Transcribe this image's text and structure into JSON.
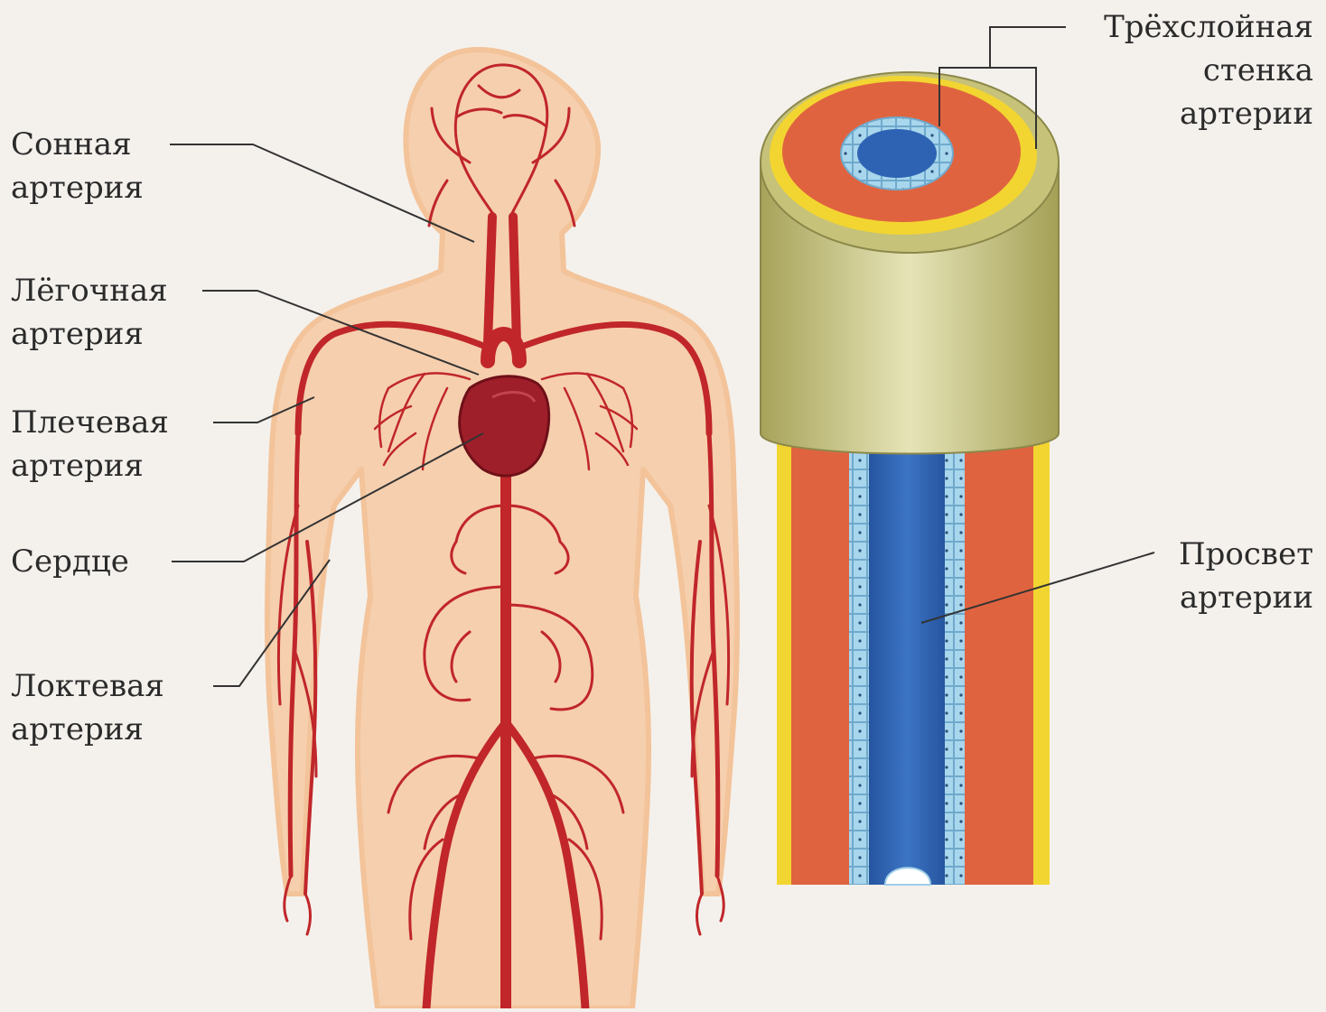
{
  "labels": {
    "carotid": [
      "Сонная",
      "артерия"
    ],
    "pulmonary": [
      "Лёгочная",
      "артерия"
    ],
    "brachial": [
      "Плечевая",
      "артерия"
    ],
    "heart": [
      "Сердце"
    ],
    "ulnar": [
      "Локтевая",
      "артерия"
    ],
    "wall": [
      "Трёхслойная",
      "стенка",
      "артерии"
    ],
    "lumen": [
      "Просвет",
      "артерии"
    ]
  },
  "colors": {
    "artery": "#c0262a",
    "heart": "#9e1f2a",
    "body": "#f6cfae",
    "outer_layer": "#c6c279",
    "middle_layer": "#e0633f",
    "elastic_layer": "#f2d531",
    "inner_layer": "#9fcfe8",
    "lumen": "#2e63b4"
  }
}
